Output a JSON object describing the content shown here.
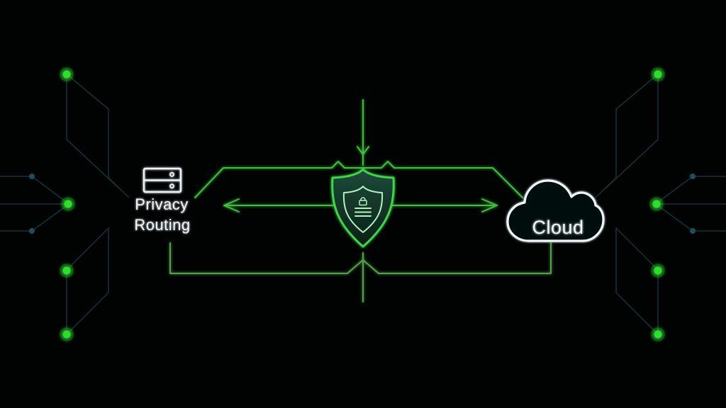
{
  "scene": {
    "kind": "privacy-network-diagram",
    "colors": {
      "background": "#010202",
      "flow_green": "#3fbe3f",
      "flow_green_dim": "#55a14b",
      "node_green": "#2ede2e",
      "trace_teal": "#16333b",
      "teal_node": "#1d4e5e",
      "shield_stroke": "#3fd44b",
      "shield_inner": "#b5f0c3",
      "white_stroke": "#eef6f8"
    },
    "nodes": {
      "privacy_routing": {
        "icon": "server-icon",
        "label_line1": "Privacy",
        "label_line2": "Routing"
      },
      "security_shield": {
        "icon": "shield-icon"
      },
      "cloud": {
        "icon": "cloud-icon",
        "label": "Cloud"
      }
    },
    "connections": [
      {
        "type": "arrow-down",
        "to": "security_shield"
      },
      {
        "type": "route-over-shield",
        "from": "privacy_routing",
        "to": "cloud"
      },
      {
        "type": "arrow-left",
        "from": "security_shield",
        "to": "privacy_routing"
      },
      {
        "type": "arrow-right",
        "from": "security_shield",
        "to": "cloud"
      },
      {
        "type": "route-under-shield",
        "from": "privacy_routing",
        "to": "cloud"
      },
      {
        "type": "arrow-up",
        "to": "security_shield"
      }
    ]
  }
}
